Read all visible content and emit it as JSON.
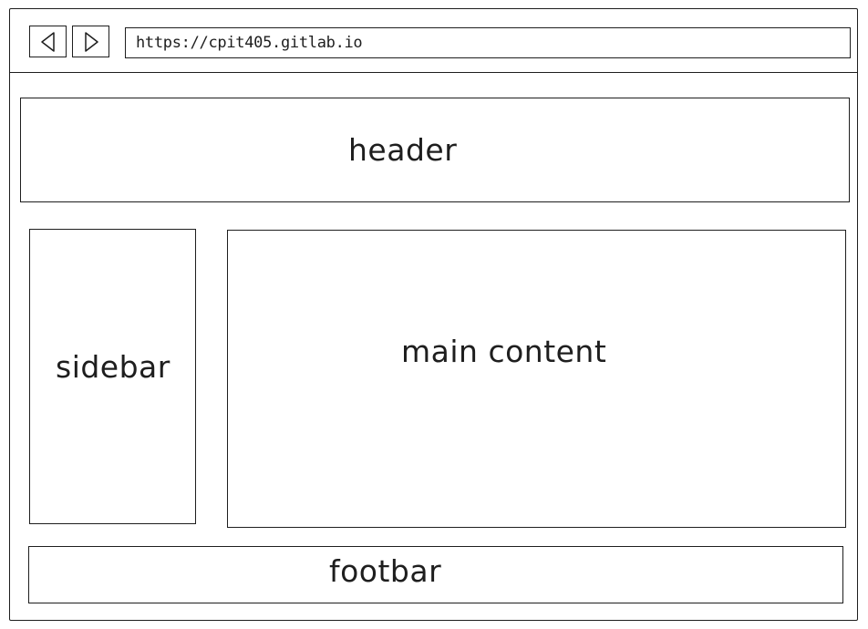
{
  "browser": {
    "address_bar": {
      "url": "https://cpit405.gitlab.io"
    },
    "back_button": {
      "icon": "triangle-left-icon"
    },
    "forward_button": {
      "icon": "triangle-right-icon"
    }
  },
  "layout": {
    "header": {
      "label": "header"
    },
    "sidebar": {
      "label": "sidebar"
    },
    "main": {
      "label": "main content"
    },
    "footbar": {
      "label": "footbar"
    }
  },
  "colors": {
    "stroke": "#1e1e1e",
    "background": "#ffffff"
  }
}
